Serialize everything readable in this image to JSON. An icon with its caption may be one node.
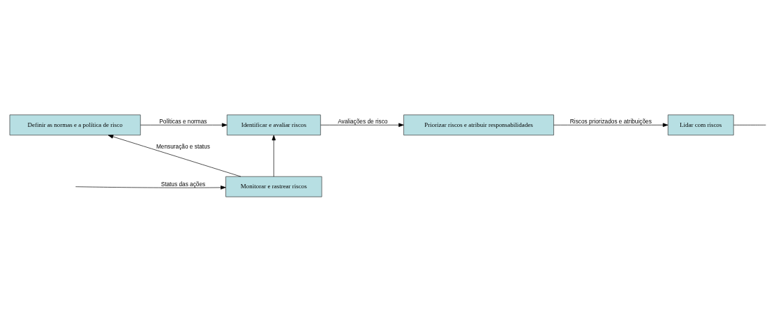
{
  "diagram": {
    "nodes": [
      {
        "text": [
          "Definir as normas e a política de risco"
        ]
      },
      {
        "text": [
          "Identificar e avaliar riscos"
        ]
      },
      {
        "text": [
          "Priorizar riscos e atribuir responsabilidades"
        ]
      },
      {
        "text": [
          "Lidar com riscos"
        ]
      },
      {
        "text": [
          "Monitorar e rastrear riscos"
        ]
      }
    ],
    "edges": [
      {
        "from": 0,
        "to": 1,
        "arrow": "to",
        "label": "Políticas e normas"
      },
      {
        "from": 1,
        "to": 2,
        "arrow": "to",
        "label": "Avaliações de risco"
      },
      {
        "from": 2,
        "to": 3,
        "arrow": "to",
        "label": "Riscos priorizados e atribuições"
      },
      {
        "from": 3,
        "to": null,
        "arrow": "none"
      },
      {
        "from": null,
        "to": 4,
        "arrow": "to",
        "label": "Status das ações"
      },
      {
        "from": 4,
        "to": 0,
        "arrow": "to",
        "label": "Mensuração e status"
      },
      {
        "from": 4,
        "to": 1,
        "arrow": "to"
      }
    ]
  }
}
